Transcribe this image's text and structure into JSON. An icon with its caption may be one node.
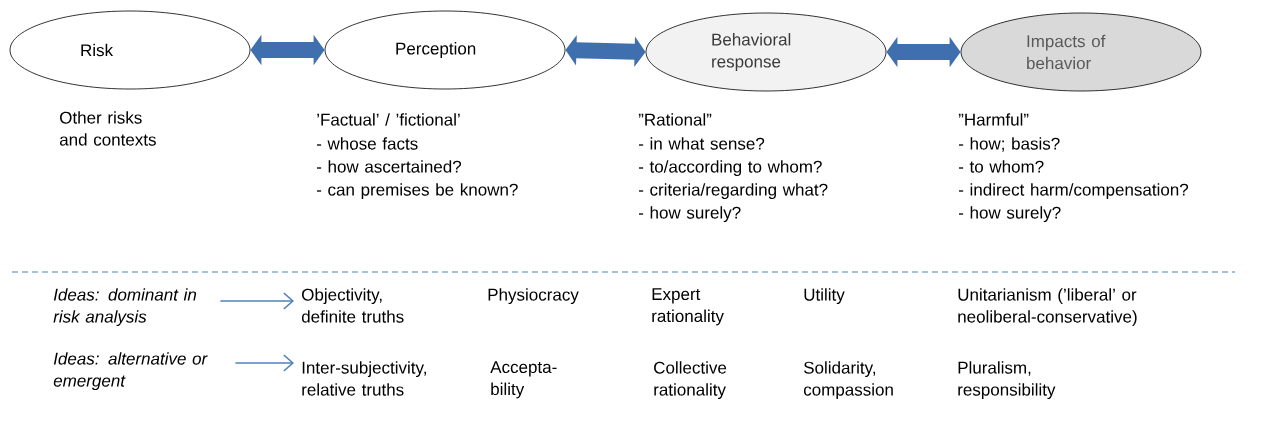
{
  "diagram": {
    "nodes": [
      {
        "text": [
          "Risk"
        ]
      },
      {
        "text": [
          "Perception"
        ]
      },
      {
        "text": [
          "Behavioral response"
        ]
      },
      {
        "text": [
          "Impacts of behavior"
        ]
      },
      {
        "text": [
          "Ideas: dominant in risk analysis"
        ]
      },
      {
        "text": [
          "Objectivity, definite truths"
        ]
      },
      {
        "text": [
          "Ideas: alternative or emergent"
        ]
      },
      {
        "text": [
          "Inter-subjectivity, relative truths"
        ]
      }
    ],
    "edges": [
      {
        "from": 0,
        "to": 1,
        "arrow": "both",
        "color": "#3f6fae"
      },
      {
        "from": 1,
        "to": 2,
        "arrow": "both",
        "color": "#3f6fae"
      },
      {
        "from": 2,
        "to": 3,
        "arrow": "both",
        "color": "#3f6fae"
      },
      {
        "from": 4,
        "to": 5,
        "arrow": "to",
        "color": "#4f81bd"
      },
      {
        "from": 6,
        "to": 7,
        "arrow": "to",
        "color": "#4f81bd"
      }
    ],
    "labels": [
      "Other risks and contexts",
      "’Factual’ / ’fictional’",
      "- whose facts",
      "- how ascertained?",
      "- can premises be known?",
      "”Rational”",
      "- in what sense?",
      "- to/according to whom?",
      "- criteria/regarding what?",
      "- how surely?",
      "”Harmful”",
      "- how; basis?",
      "- to whom?",
      "- indirect harm/compensation?",
      "- how surely?",
      "Physiocracy",
      "Expert rationality",
      "Utility",
      "Unitarianism (’liberal’ or neoliberal-conservative)",
      "Accepta- bility",
      "Collective rationality",
      "Solidarity, compassion",
      "Pluralism, responsibility"
    ]
  }
}
